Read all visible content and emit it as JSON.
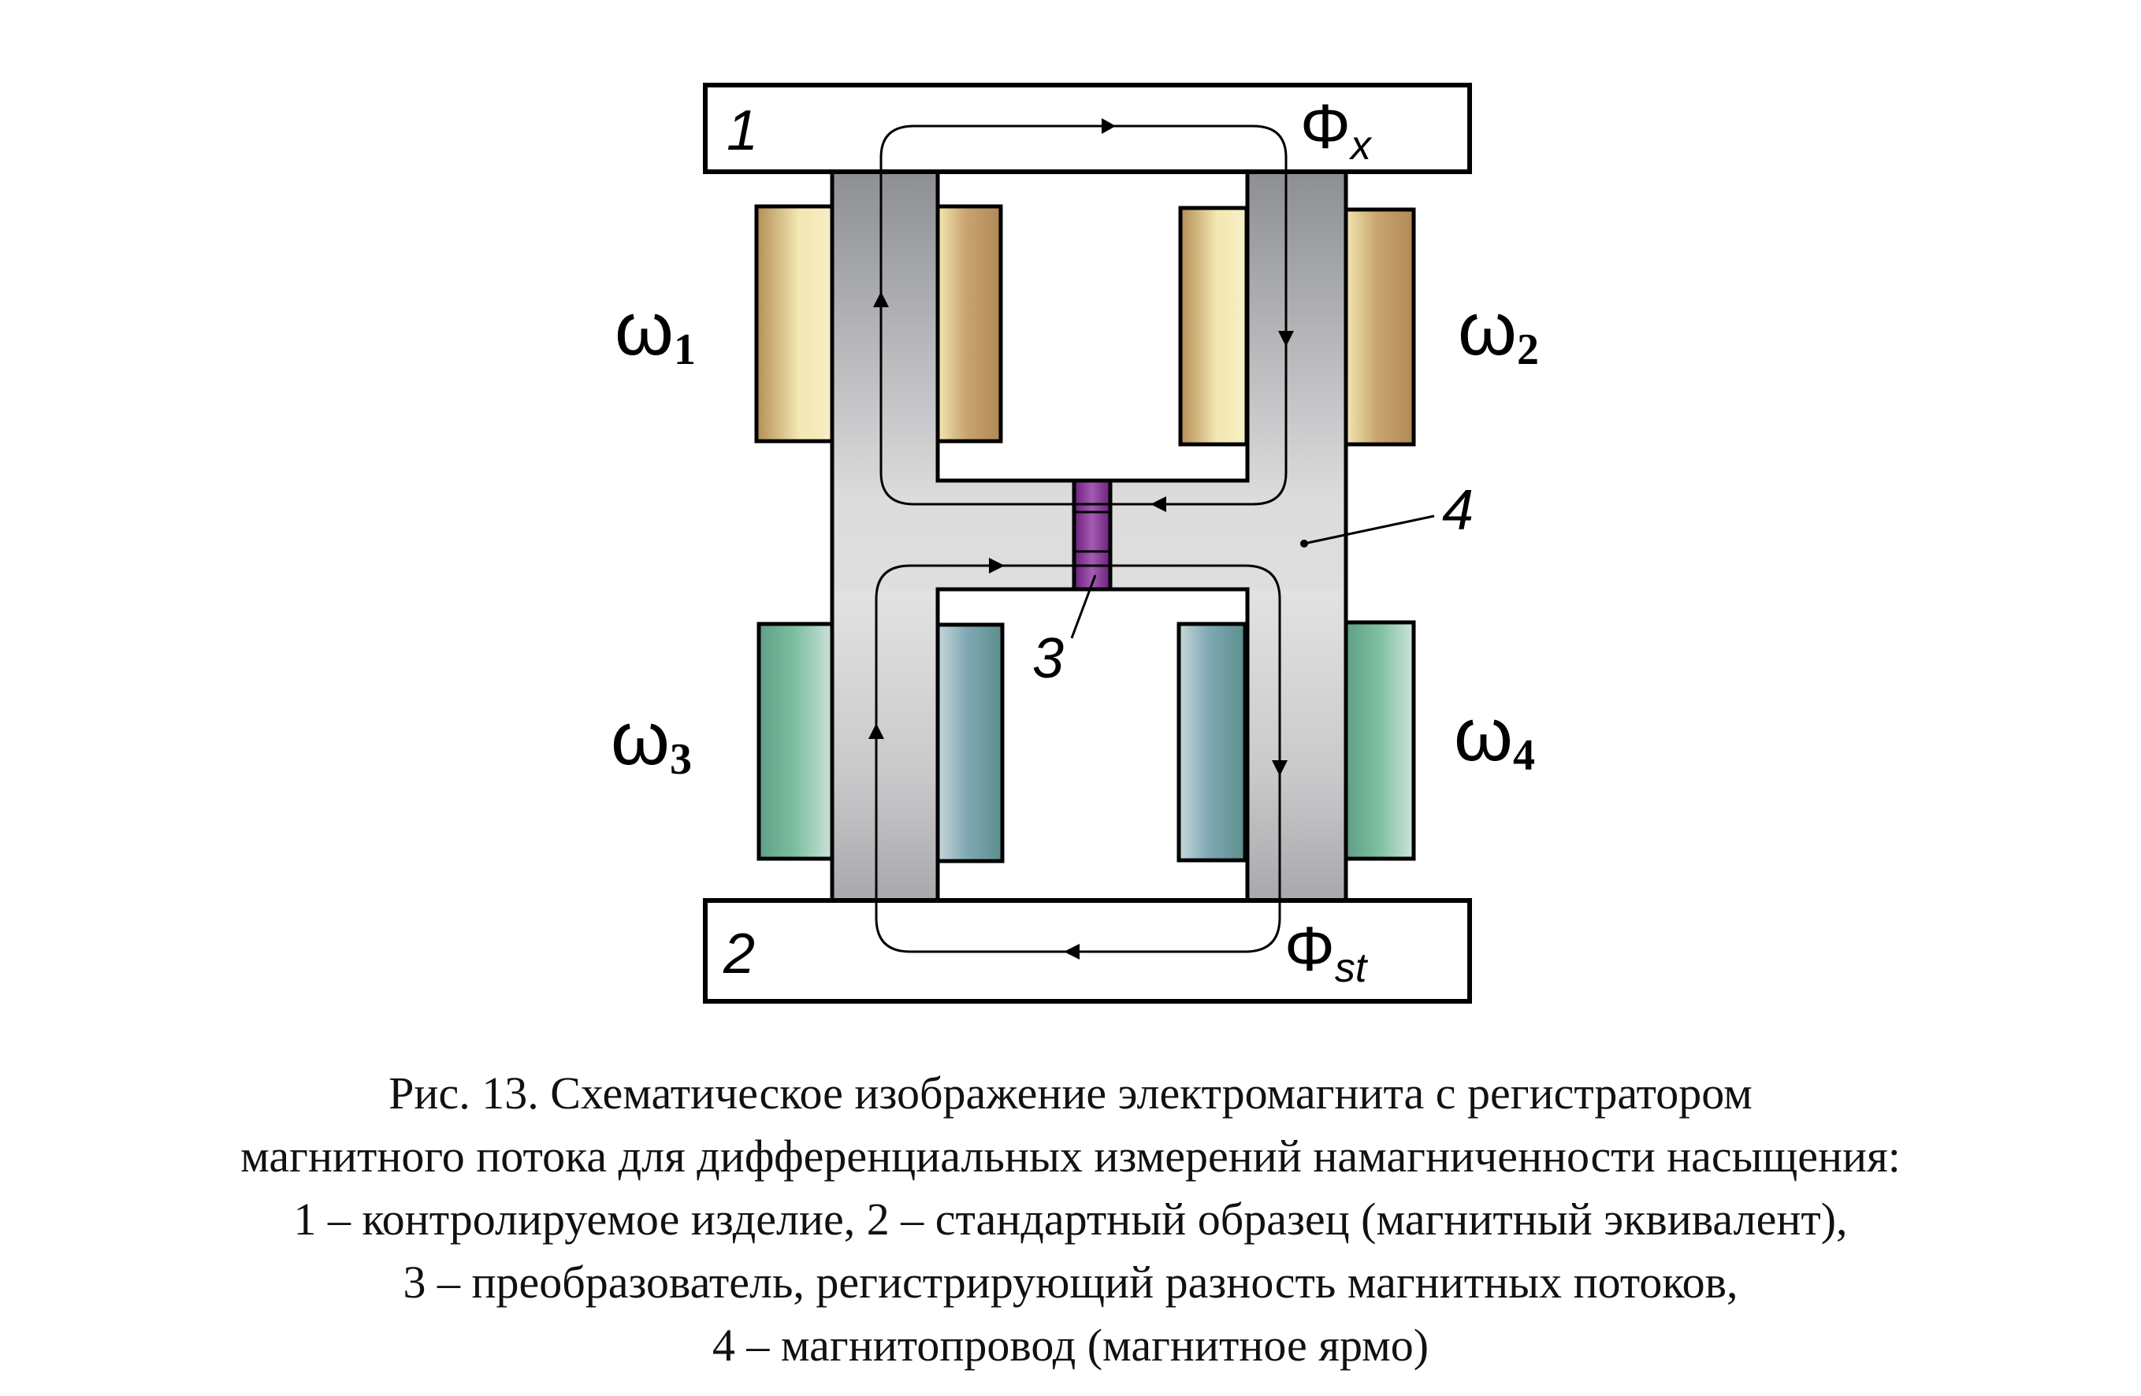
{
  "labels": {
    "part1": "1",
    "part2": "2",
    "part3": "3",
    "part4": "4",
    "flux_top_symbol": "Φ",
    "flux_top_sub": "x",
    "flux_bottom_symbol": "Φ",
    "flux_bottom_sub": "st",
    "w1_sym": "ω",
    "w1_sub": "1",
    "w2_sym": "ω",
    "w2_sub": "2",
    "w3_sym": "ω",
    "w3_sub": "3",
    "w4_sym": "ω",
    "w4_sub": "4"
  },
  "colors": {
    "coil_upper": "#b89560",
    "coil_lower": "#6aa58d",
    "sensor": "#7a2a8a",
    "core_dark": "#8d8f93",
    "core_light": "#e2e2e3",
    "outline": "#000000"
  },
  "caption": {
    "line1": "Рис. 13. Схематическое изображение электромагнита с регистратором",
    "line2": "магнитного потока для дифференциальных измерений намагниченности насыщения:",
    "line3": "1 – контролируемое изделие, 2 – стандартный образец (магнитный эквивалент),",
    "line4": "3 – преобразователь, регистрирующий разность магнитных потоков,",
    "line5": "4 – магнитопровод (магнитное ярмо)"
  }
}
